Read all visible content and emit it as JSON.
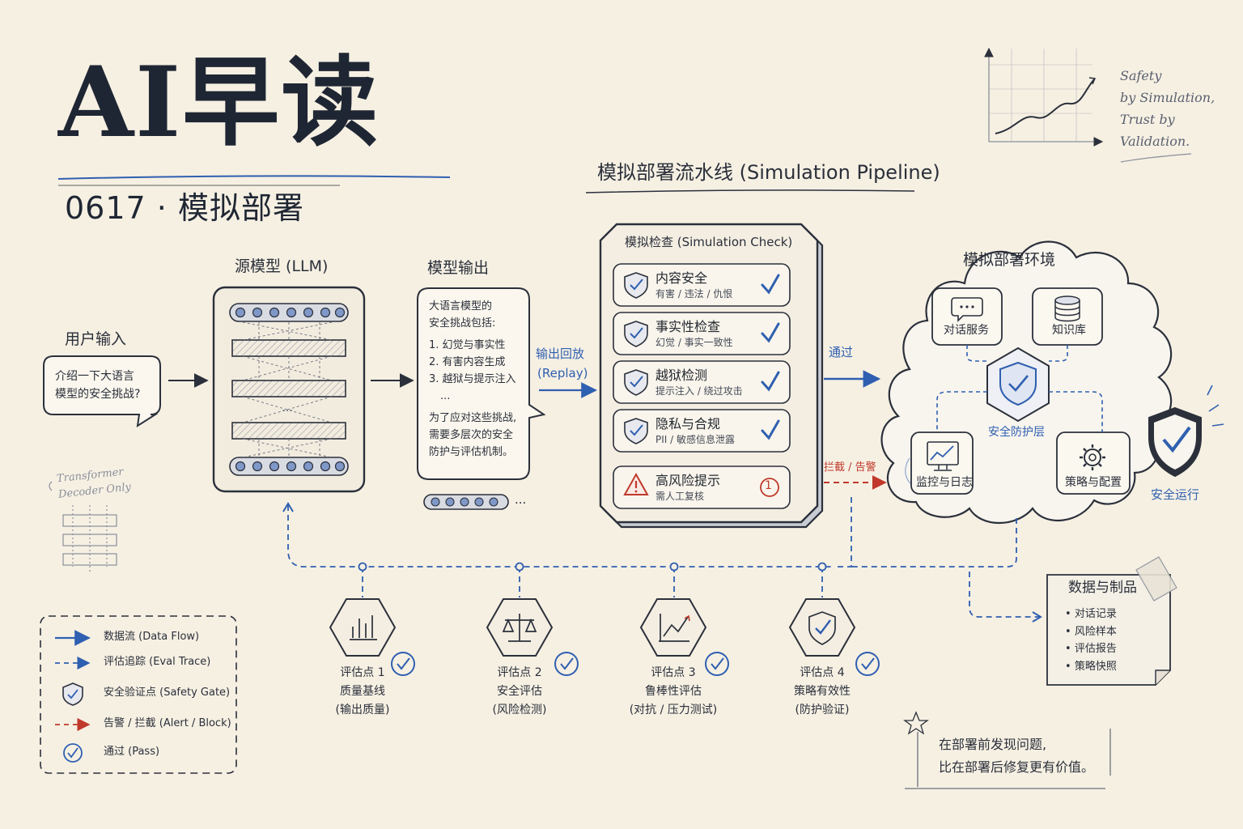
{
  "header": {
    "title": "AI早读",
    "subtitle": "0617 · 模拟部署",
    "pipeline_title": "模拟部署流水线 (Simulation Pipeline)",
    "quote": [
      "Safety",
      "by Simulation,",
      "Trust by",
      "Validation."
    ]
  },
  "source_model": {
    "title": "源模型 (LLM)",
    "ellipsis": "...",
    "annotation": [
      "Transformer",
      "Decoder Only"
    ]
  },
  "user_input": {
    "label": "用户输入",
    "text": [
      "介绍一下大语言",
      "模型的安全挑战?"
    ]
  },
  "model_output": {
    "title": "模型输出",
    "intro": [
      "大语言模型的",
      "安全挑战包括:"
    ],
    "items": [
      "1. 幻觉与事实性",
      "2. 有害内容生成",
      "3. 越狱与提示注入",
      "..."
    ],
    "conclusion": [
      "为了应对这些挑战,",
      "需要多层次的安全",
      "防护与评估机制。"
    ],
    "token_ellipsis": "..."
  },
  "replay": {
    "label": "输出回放",
    "sub": "(Replay)"
  },
  "simulation_check": {
    "title": "模拟检查 (Simulation Check)",
    "checks": [
      {
        "title": "内容安全",
        "sub": "有害 / 违法 / 仇恨",
        "icon": "shield-check-icon",
        "status": "pass"
      },
      {
        "title": "事实性检查",
        "sub": "幻觉 / 事实一致性",
        "icon": "shield-check-icon",
        "status": "pass"
      },
      {
        "title": "越狱检测",
        "sub": "提示注入 / 绕过攻击",
        "icon": "shield-check-icon",
        "status": "pass"
      },
      {
        "title": "隐私与合规",
        "sub": "PII / 敏感信息泄露",
        "icon": "shield-check-icon",
        "status": "pass"
      }
    ],
    "risk": {
      "title": "高风险提示",
      "sub": "需人工复核",
      "badge": "1"
    }
  },
  "flows": {
    "pass_label": "通过",
    "block_label": "拦截 / 告警"
  },
  "environment": {
    "title": "模拟部署环境",
    "services": [
      {
        "label": "对话服务",
        "icon": "chat-bubble-icon"
      },
      {
        "label": "知识库",
        "icon": "database-icon"
      },
      {
        "label": "监控与日志",
        "icon": "monitor-chart-icon"
      },
      {
        "label": "策略与配置",
        "icon": "gear-icon"
      }
    ],
    "core": "安全防护层",
    "safe_run": "安全运行"
  },
  "eval_points": [
    {
      "title": "评估点 1",
      "line1": "质量基线",
      "line2": "(输出质量)",
      "icon": "bar-chart-icon"
    },
    {
      "title": "评估点 2",
      "line1": "安全评估",
      "line2": "(风险检测)",
      "icon": "scales-icon"
    },
    {
      "title": "评估点 3",
      "line1": "鲁棒性评估",
      "line2": "(对抗 / 压力测试)",
      "icon": "line-chart-icon"
    },
    {
      "title": "评估点 4",
      "line1": "策略有效性",
      "line2": "(防护验证)",
      "icon": "shield-check-icon"
    }
  ],
  "artifacts": {
    "title": "数据与制品",
    "items": [
      "对话记录",
      "风险样本",
      "评估报告",
      "策略快照"
    ]
  },
  "legend": [
    {
      "label": "数据流 (Data Flow)",
      "icon": "solid-arrow-icon"
    },
    {
      "label": "评估追踪 (Eval Trace)",
      "icon": "dashed-arrow-icon"
    },
    {
      "label": "安全验证点 (Safety Gate)",
      "icon": "shield-check-icon"
    },
    {
      "label": "告警 / 拦截 (Alert / Block)",
      "icon": "red-dashed-arrow-icon"
    },
    {
      "label": "通过 (Pass)",
      "icon": "check-circle-icon"
    }
  ],
  "note": [
    "在部署前发现问题,",
    "比在部署后修复更有价值。"
  ],
  "colors": {
    "ink": "#2b303b",
    "blue": "#2f5fb0",
    "red": "#c0392b",
    "paper": "#f6f0e3"
  }
}
